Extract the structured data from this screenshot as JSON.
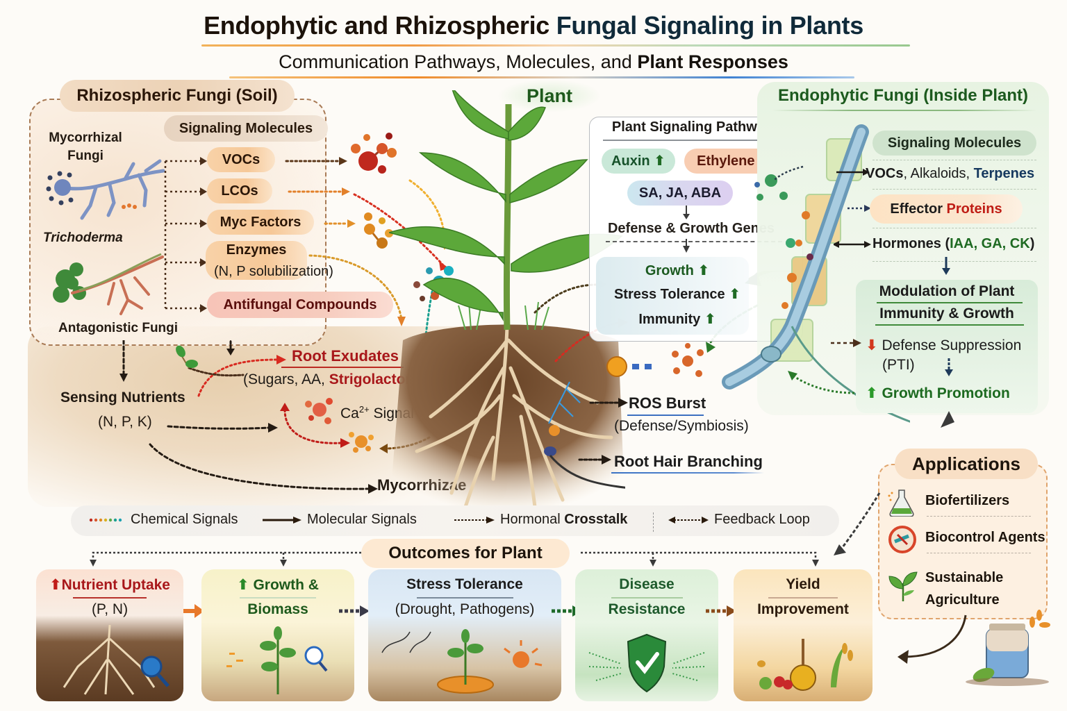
{
  "header": {
    "title_part1": "Endophytic and Rhizospheric ",
    "title_part2": "Fungal Signaling in Plants",
    "subtitle_part1": "Communication Pathways, Molecules, and ",
    "subtitle_part2": "Plant Responses"
  },
  "rhizospheric": {
    "title": "Rhizospheric Fungi (Soil)",
    "fungi": {
      "mycorrhizal_line1": "Mycorrhizal",
      "mycorrhizal_line2": "Fungi",
      "trichoderma": "Trichoderma",
      "antagonistic": "Antagonistic Fungi"
    },
    "signaling_title": "Signaling Molecules",
    "molecules": [
      {
        "label": "VOCs"
      },
      {
        "label": "LCOs"
      },
      {
        "label": "Myc Factors"
      },
      {
        "label": "Enzymes",
        "sub": "(N, P solubilization)"
      },
      {
        "label": "Antifungal Compounds"
      }
    ]
  },
  "soil": {
    "sensing_title": "Sensing Nutrients",
    "sensing_sub": "(N, P, K)",
    "root_exudates": "Root Exudates",
    "root_exudates_sub_prefix": "(Sugars, AA, ",
    "root_exudates_sub_accent": "Strigolactones",
    "root_exudates_sub_suffix": ")",
    "ca_prefix": "Ca",
    "ca_sup": "2+",
    "ca_suffix": " Signal",
    "mycorrhizae": "Mycorrhizae",
    "ros_burst": "ROS Burst",
    "ros_sub": "(Defense/Symbiosis)",
    "root_hair": "Root Hair Branching"
  },
  "plant": {
    "label": "Plant",
    "pathways": {
      "title": "Plant Signaling Pathways",
      "auxin": "Auxin",
      "ethylene": "Ethylene",
      "hormones": "SA, JA, ABA",
      "genes": "Defense & Growth Genes",
      "outcomes": [
        "Growth",
        "Stress Tolerance",
        "Immunity"
      ]
    },
    "arrow_up": "🡅"
  },
  "endophytic": {
    "title": "Endophytic Fungi (Inside Plant)",
    "signaling_title": "Signaling Molecules",
    "vocs_bold": "VOCs",
    "vocs_normal": ", Alkaloids, ",
    "vocs_terpenes": "Terpenes",
    "effector_prefix": "Effector ",
    "effector_accent": "Proteins",
    "hormones_prefix": "Hormones (",
    "hormones_accent": "IAA, GA, CK",
    "hormones_suffix": ")",
    "modulation_line1": "Modulation of Plant",
    "modulation_line2": "Immunity & Growth",
    "defense_suppression": "Defense Suppression",
    "pti": "(PTI)",
    "growth_promotion": "Growth Promotion"
  },
  "legend": {
    "items": [
      {
        "label": "Chemical Signals",
        "style": "dotted-multicolor"
      },
      {
        "label": "Molecular Signals",
        "style": "solid"
      },
      {
        "label_prefix": "Hormonal ",
        "label_bold": "Crosstalk",
        "style": "dashed"
      },
      {
        "label": "Feedback Loop",
        "style": "double-dashed"
      }
    ]
  },
  "outcomes": {
    "title": "Outcomes for Plant",
    "cards": [
      {
        "title": "Nutrient Uptake",
        "sub": "(P, N)",
        "arrow": "up",
        "title_color": "#a8171a"
      },
      {
        "title": "Growth &",
        "sub": "Biomass",
        "arrow": "up",
        "title_color": "#1e5a1c"
      },
      {
        "title": "Stress Tolerance",
        "sub": "(Drought, Pathogens)",
        "title_color": "#1b1b1b"
      },
      {
        "title": "Disease",
        "sub": "Resistance",
        "title_color": "#1e5a2c"
      },
      {
        "title": "Yield",
        "sub": "Improvement",
        "title_color": "#2b1a0c"
      }
    ]
  },
  "applications": {
    "title": "Applications",
    "items": [
      {
        "label": "Biofertilizers",
        "icon": "flask-icon"
      },
      {
        "label": "Biocontrol Agents",
        "icon": "petri-dish-icon"
      },
      {
        "label_line1": "Sustainable",
        "label_line2": "Agriculture",
        "icon": "seedling-icon"
      }
    ]
  },
  "colors": {
    "brand_green": "#1e5a1c",
    "accent_red": "#a8171a",
    "accent_orange": "#f08b2a",
    "accent_blue": "#3b6fc0",
    "soil_brown": "#5b3b22"
  }
}
